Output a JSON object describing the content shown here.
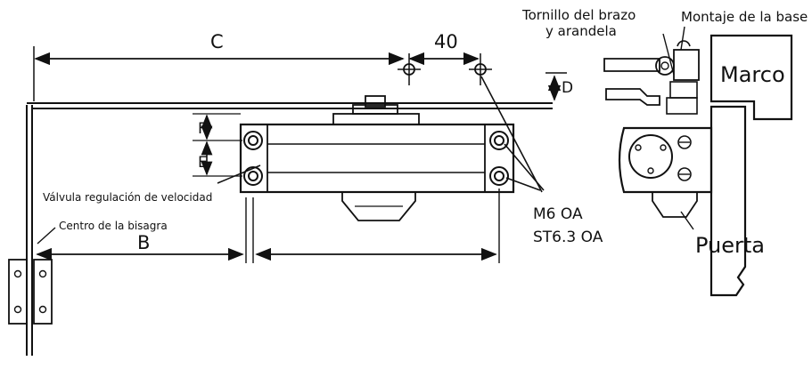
{
  "dimensions": {
    "c": "C",
    "forty": "40",
    "d": "D",
    "f": "F",
    "e": "E",
    "b": "B"
  },
  "labels": {
    "valve": "Válvula regulación de velocidad",
    "hinge_center": "Centro de la bisagra",
    "screw_spec_1": "M6 OA",
    "screw_spec_2": "ST6.3 OA",
    "arm_screw_line1": "Tornillo del brazo",
    "arm_screw_line2": "y arandela",
    "base_mount": "Montaje de la base",
    "frame": "Marco",
    "door": "Puerta"
  },
  "colors": {
    "ink": "#111111",
    "background": "#ffffff"
  }
}
